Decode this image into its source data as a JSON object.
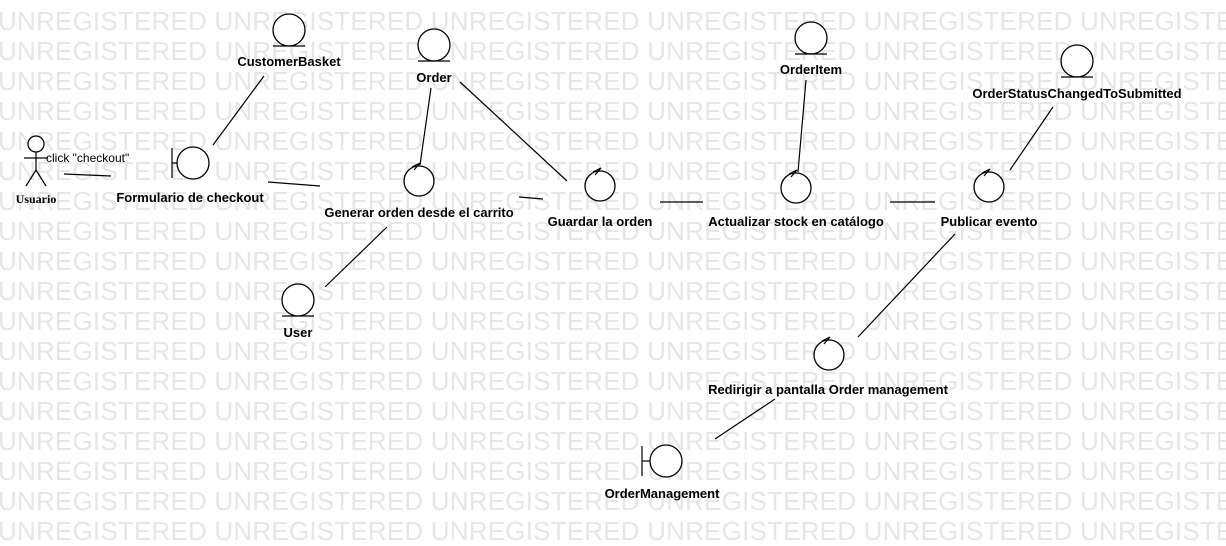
{
  "watermark": "UNREGISTERED",
  "actor": {
    "label": "Usuario",
    "message": "click \"checkout\""
  },
  "boundaries": {
    "checkout_form": "Formulario de checkout",
    "order_management": "OrderManagement"
  },
  "entities": {
    "customer_basket": "CustomerBasket",
    "order": "Order",
    "order_item": "OrderItem",
    "order_status_event": "OrderStatusChangedToSubmitted",
    "user": "User"
  },
  "controls": {
    "generate_order": "Generar orden desde el carrito",
    "save_order": "Guardar la orden",
    "update_stock": "Actualizar stock en catálogo",
    "publish_event": "Publicar evento",
    "redirect": "Redirigir a pantalla Order management"
  }
}
